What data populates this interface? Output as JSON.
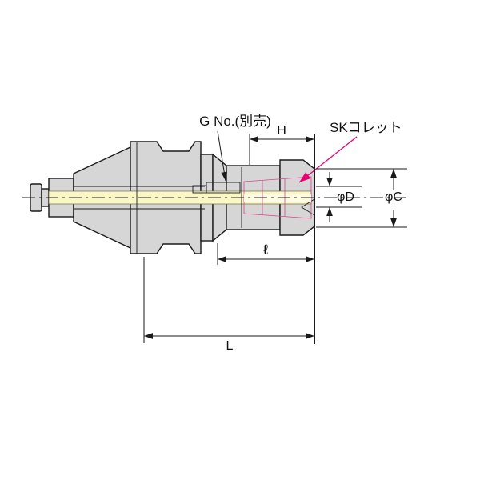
{
  "figure": {
    "title": "SK collet chuck sectional drawing",
    "callouts": {
      "g_no": "G No.(別売)",
      "sk_collet": "SKコレット"
    },
    "dimensions": {
      "h": "H",
      "ell": "ℓ",
      "l": "L",
      "phi_d": "φD",
      "phi_c": "φC"
    },
    "colors": {
      "body": "#d6d6d6",
      "bore_yellow": "#fbf7c4",
      "bore_center": "#fdfbe2",
      "part_blue": "#b5e0f0",
      "collet_pink": "#f6b9cd",
      "collet_edge": "#d4488a",
      "accent_magenta": "#e60073",
      "line": "#1a1a1a",
      "background": "#ffffff"
    }
  }
}
